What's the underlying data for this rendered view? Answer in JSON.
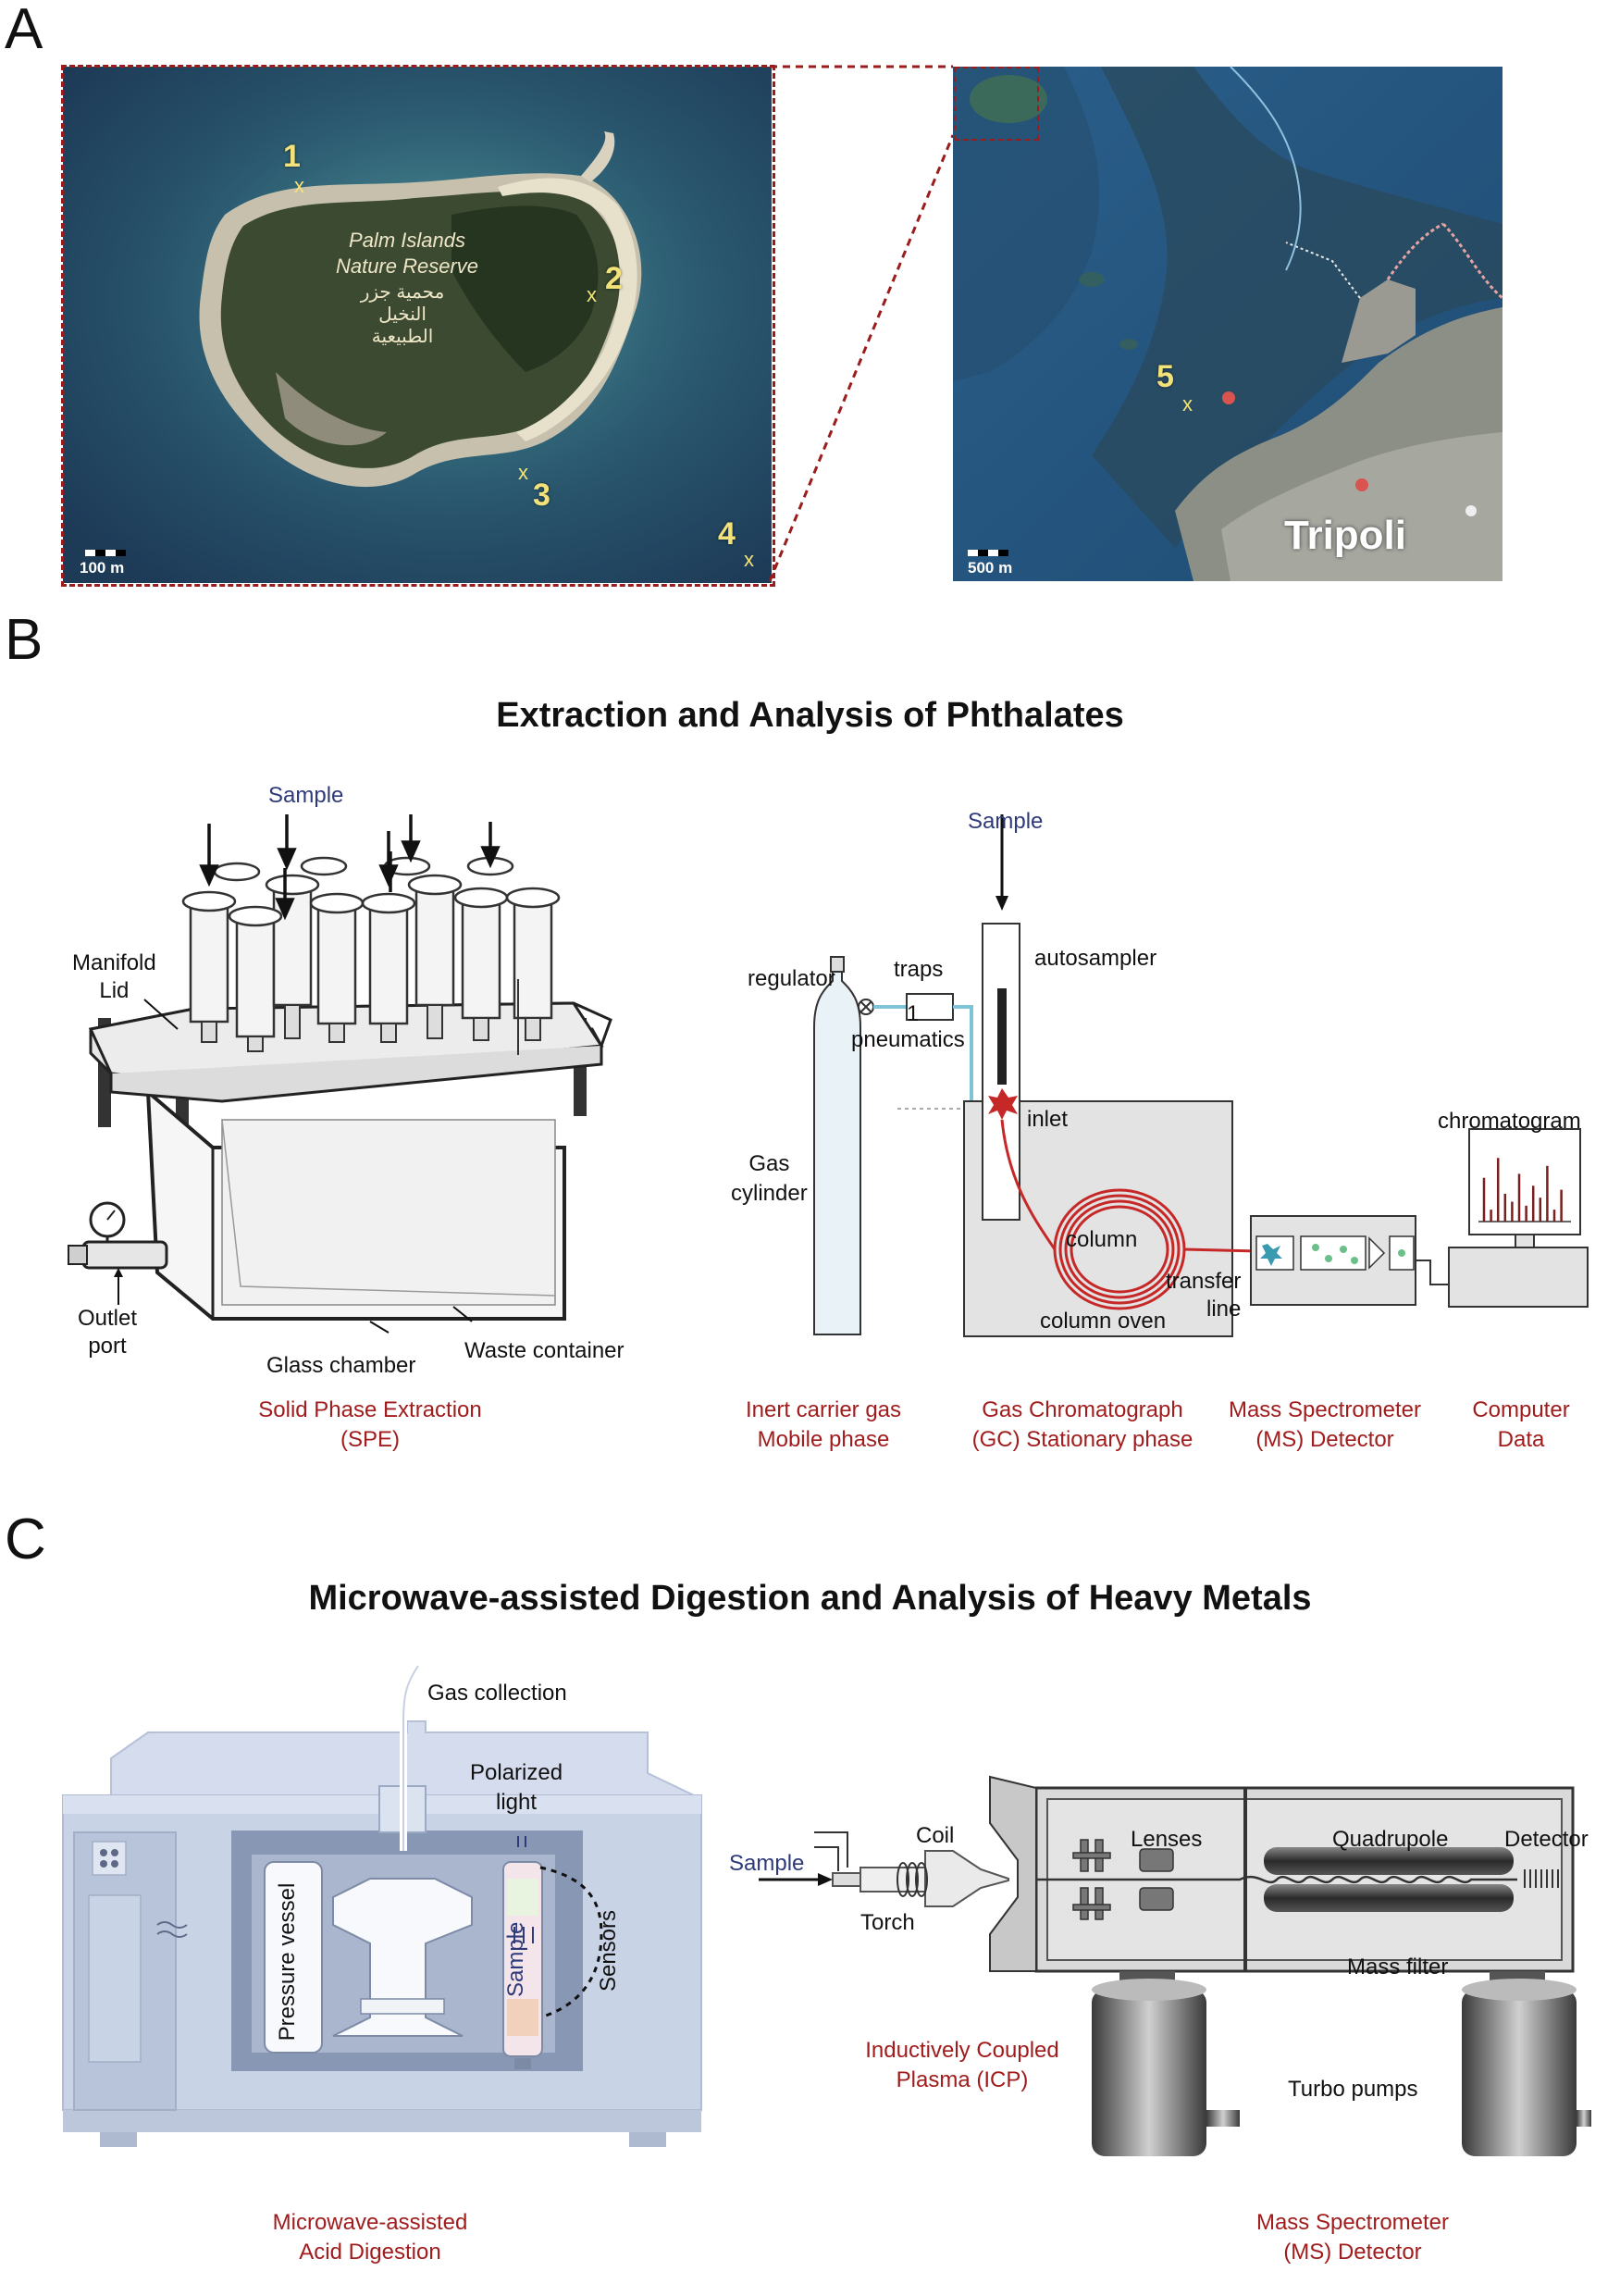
{
  "panels": {
    "a": "A",
    "b": "B",
    "c": "C"
  },
  "panel_a": {
    "island_label_en_1": "Palm Islands",
    "island_label_en_2": "Nature Reserve",
    "island_label_ar_1": "محمية جزر",
    "island_label_ar_2": "النخيل",
    "island_label_ar_3": "الطبيعية",
    "sites": [
      {
        "num": "1",
        "mark": "x"
      },
      {
        "num": "2",
        "mark": "x"
      },
      {
        "num": "3",
        "mark": "x"
      },
      {
        "num": "4",
        "mark": "x"
      },
      {
        "num": "5",
        "mark": "x"
      }
    ],
    "scale_left": "100 m",
    "scale_right": "500 m",
    "city": "Tripoli",
    "colors": {
      "frame": "#9b1c1c",
      "site": "#f3e27a"
    }
  },
  "panel_b": {
    "title": "Extraction and Analysis of Phthalates",
    "spe": {
      "sample": "Sample",
      "manifold_lid_1": "Manifold",
      "manifold_lid_2": "Lid",
      "outlet_1": "Outlet",
      "outlet_2": "port",
      "glass_chamber": "Glass chamber",
      "waste_container": "Waste container",
      "caption_1": "Solid Phase Extraction",
      "caption_2": "(SPE)"
    },
    "gcms": {
      "sample": "Sample",
      "regulator": "regulator",
      "traps": "traps",
      "one": "1",
      "pneumatics": "pneumatics",
      "autosampler": "autosampler",
      "inlet": "inlet",
      "gas_1": "Gas",
      "gas_2": "cylinder",
      "column": "column",
      "column_oven": "column oven",
      "transfer_1": "transfer",
      "transfer_2": "line",
      "chromatogram": "chromatogram",
      "chromatogram_peaks": [
        0.55,
        0.15,
        0.8,
        0.35,
        0.25,
        0.6,
        0.2,
        0.45,
        0.3,
        0.7,
        0.15,
        0.4
      ],
      "captions": [
        {
          "l1": "Inert carrier gas",
          "l2": "Mobile phase"
        },
        {
          "l1": "Gas Chromatograph",
          "l2": "(GC) Stationary phase"
        },
        {
          "l1": "Mass Spectrometer",
          "l2": "(MS) Detector"
        },
        {
          "l1": "Computer",
          "l2": "Data"
        }
      ]
    },
    "colors": {
      "caption": "#a11c1c",
      "sample": "#2e3a7a",
      "column": "#c62828",
      "gas_line": "#7fc4d6",
      "box": "#e3e3e3"
    }
  },
  "panel_c": {
    "title": "Microwave-assisted Digestion and Analysis of Heavy Metals",
    "digestion": {
      "gas_collection": "Gas collection",
      "polarized_1": "Polarized",
      "polarized_2": "light",
      "pressure_vessel": "Pressure vessel",
      "sample": "Sample",
      "sensors": "Sensors",
      "caption_1": "Microwave-assisted",
      "caption_2": "Acid Digestion"
    },
    "icpms": {
      "sample": "Sample",
      "coil": "Coil",
      "torch": "Torch",
      "lenses": "Lenses",
      "quadrupole": "Quadrupole",
      "detector": "Detector",
      "mass_filter": "Mass filter",
      "turbo": "Turbo pumps",
      "icp_1": "Inductively Coupled",
      "icp_2": "Plasma (ICP)",
      "caption_1": "Mass Spectrometer",
      "caption_2": "(MS) Detector"
    },
    "colors": {
      "instrument": "#c8d3e6",
      "chamber": "#9aa9c4"
    }
  }
}
